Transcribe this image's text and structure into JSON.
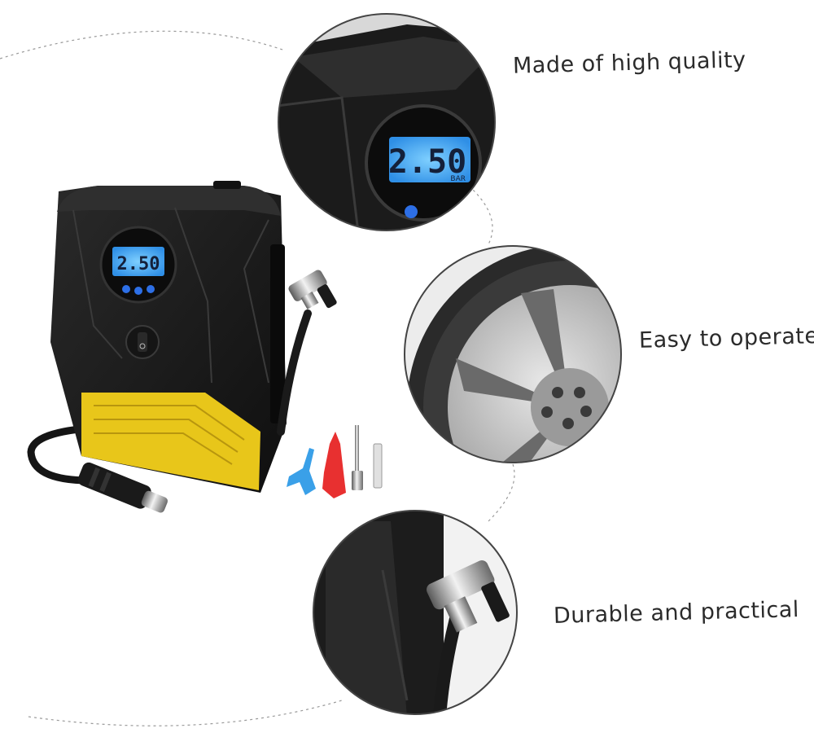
{
  "product": {
    "display_reading": "2.50",
    "display_unit": "BAR"
  },
  "features": [
    {
      "label": "Made of high quality",
      "icon": "compressor-closeup"
    },
    {
      "label": "Easy to operate",
      "icon": "wheel-closeup"
    },
    {
      "label": "Durable and practical",
      "icon": "nozzle-closeup"
    }
  ],
  "colors": {
    "body": "#1c1c1c",
    "accent_yellow": "#e8c61a",
    "lcd_blue": "#3aa6ff",
    "nozzle_blue": "#3aa0e8",
    "nozzle_red": "#e83030"
  }
}
